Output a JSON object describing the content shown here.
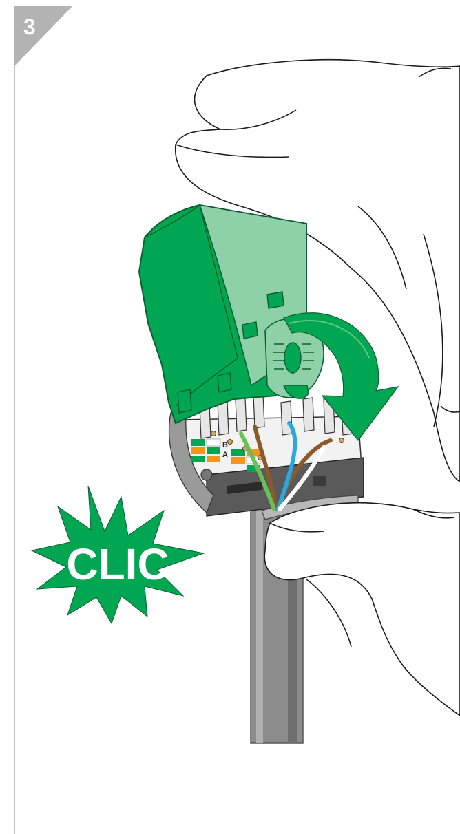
{
  "step": {
    "number": "3"
  },
  "callout": {
    "text": "CLIC"
  },
  "connector": {
    "terminal_labels": [
      "B",
      "A"
    ]
  },
  "colors": {
    "green": "#00a651",
    "green_light": "#8ed1a8",
    "cable_grey": "#8c8c8c",
    "badge_grey": "#b3b3b3",
    "orange": "#f7941d",
    "blue": "#29a9e0",
    "brown": "#8b5a2b"
  },
  "icons": {
    "step_badge": "corner-triangle-badge",
    "callout_shape": "starburst",
    "motion": "curved-arrow-down"
  }
}
